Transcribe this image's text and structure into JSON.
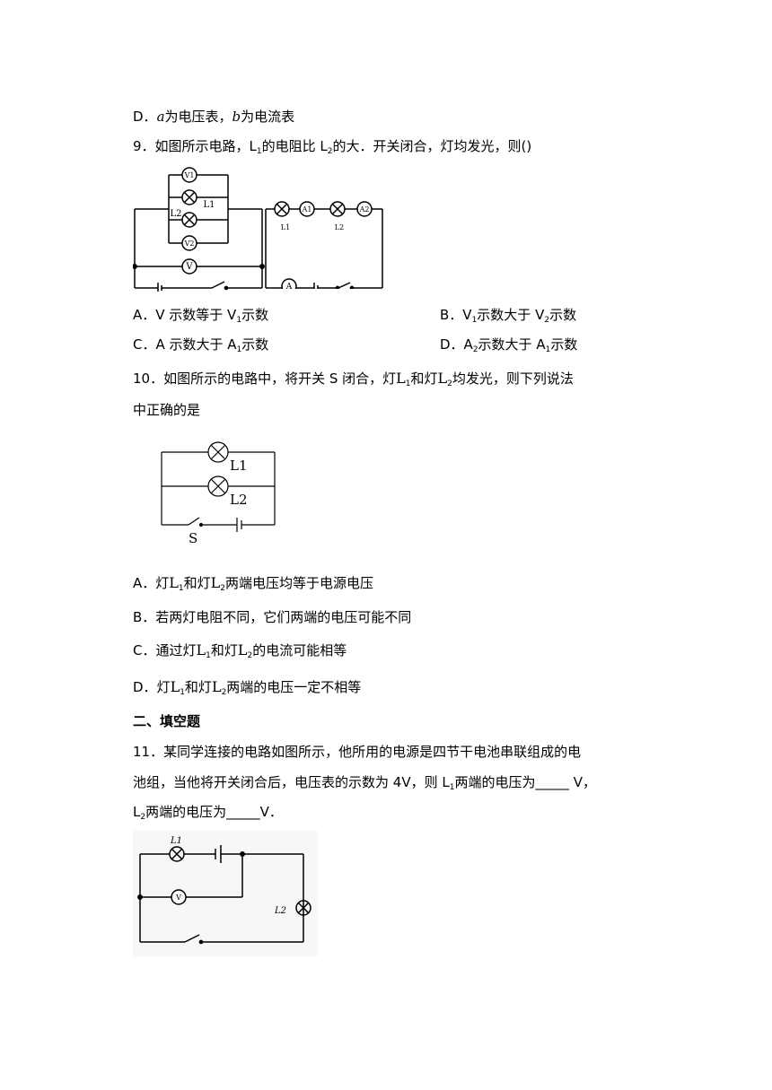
{
  "q8": {
    "option_d": {
      "prefix": "D．",
      "a": "a",
      "t1": "为电压表，",
      "b": "b",
      "t2": "为电流表"
    }
  },
  "q9": {
    "stem": {
      "t0": "9．如图所示电路，L",
      "s1": "1",
      "t1": "的电阻比 L",
      "s2": "2",
      "t2": "的大．开关闭合，灯均发光，则()"
    },
    "diagram_left": {
      "v1": "V1",
      "v2": "V2",
      "v": "V",
      "l1": "L1",
      "l2": "L2"
    },
    "diagram_right": {
      "l1": "L1",
      "l2": "L2",
      "a1": "A1",
      "a2": "A2",
      "a": "A"
    },
    "options": {
      "a": {
        "t0": "A．V 示数等于 V",
        "s": "1",
        "t1": "示数"
      },
      "b": {
        "t0": "B．V",
        "s1": "1",
        "t1": "示数大于 V",
        "s2": "2",
        "t2": "示数"
      },
      "c": {
        "t0": "C．A 示数大于 A",
        "s": "1",
        "t1": "示数"
      },
      "d": {
        "t0": "D．A",
        "s1": "2",
        "t1": "示数大于 A",
        "s2": "1",
        "t2": "示数"
      }
    }
  },
  "q10": {
    "stem1": {
      "t0": "10．如图所示的电路中，将开关 S 闭合，灯",
      "l1": "L",
      "s1": "1",
      "t1": "和灯",
      "l2": "L",
      "s2": "2",
      "t2": "均发光，则下列说法"
    },
    "stem2": "中正确的是",
    "diagram": {
      "l1": "L1",
      "l2": "L2",
      "s": "S"
    },
    "options": {
      "a": {
        "t0": "A．灯",
        "l1": "L",
        "s1": "1",
        "t1": "和灯",
        "l2": "L",
        "s2": "2",
        "t2": "两端电压均等于电源电压"
      },
      "b": "B．若两灯电阻不同，它们两端的电压可能不同",
      "c": {
        "t0": "C．通过灯",
        "l1": "L",
        "s1": "1",
        "t1": "和灯",
        "l2": "L",
        "s2": "2",
        "t2": "的电流可能相等"
      },
      "d": {
        "t0": "D．灯",
        "l1": "L",
        "s1": "1",
        "t1": "和灯",
        "l2": "L",
        "s2": "2",
        "t2": "两端的电压一定不相等"
      }
    }
  },
  "section2_title": "二、填空题",
  "q11": {
    "line1": "11．某同学连接的电路如图所示，他所用的电源是四节干电池串联组成的电",
    "line2": {
      "t0": "池组，当他将开关闭合后，电压表的示数为 4V，则 L",
      "s": "1",
      "t1": "两端的电压为_____ V，"
    },
    "line3": {
      "t0": "L",
      "s": "2",
      "t1": "两端的电压为_____V．"
    },
    "diagram": {
      "l1": "L1",
      "l2": "L2",
      "v": "V"
    }
  }
}
